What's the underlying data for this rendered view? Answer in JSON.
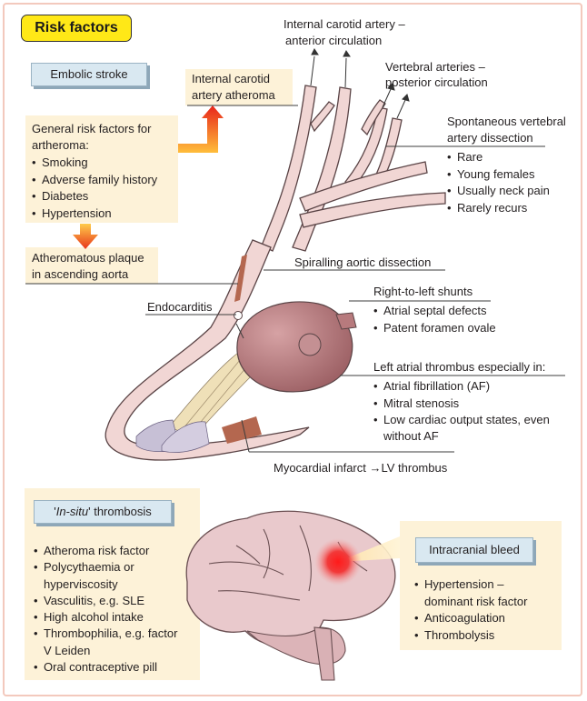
{
  "title": "Risk factors",
  "embolic": {
    "header": "Embolic stroke",
    "ica_atheroma": [
      "Internal carotid",
      "artery atheroma"
    ],
    "general": {
      "heading": [
        "General risk factors for",
        "artheroma:"
      ],
      "items": [
        "Smoking",
        "Adverse family history",
        "Diabetes",
        "Hypertension"
      ]
    },
    "aortic_plaque": [
      "Atheromatous plaque",
      "in ascending aorta"
    ],
    "ica_circulation": [
      "Internal carotid artery –",
      "anterior circulation"
    ],
    "vertebral": [
      "Vertebral arteries –",
      "posterior circulation"
    ],
    "vert_dissection": {
      "heading": [
        "Spontaneous vertebral",
        "artery dissection"
      ],
      "items": [
        "Rare",
        "Young females",
        "Usually neck pain",
        "Rarely recurs"
      ]
    },
    "aortic_dissection": "Spiralling aortic dissection",
    "endocarditis": "Endocarditis",
    "shunts": {
      "heading": "Right-to-left shunts",
      "items": [
        "Atrial septal defects",
        "Patent foramen ovale"
      ]
    },
    "atrial_thrombus": {
      "heading": "Left atrial thrombus especially in:",
      "items": [
        "Atrial fibrillation (AF)",
        "Mitral stenosis",
        "Low cardiac output states, even",
        "without AF"
      ]
    },
    "myocardial": "Myocardial infarct →LV thrombus"
  },
  "insitu": {
    "header_italic": "In-situ",
    "header_rest": "thrombosis",
    "items": [
      "Atheroma risk factor",
      "Polycythaemia or",
      "hyperviscosity",
      "Vasculitis, e.g. SLE",
      "High alcohol intake",
      "Thrombophilia, e.g. factor",
      "V Leiden",
      "Oral contraceptive pill"
    ]
  },
  "bleed": {
    "header": "Intracranial bleed",
    "items": [
      "Hypertension –",
      "dominant risk factor",
      "Anticoagulation",
      "Thrombolysis"
    ]
  },
  "colors": {
    "panel": "#fdf2d8",
    "header_box": "#d9e8f1",
    "title_bg": "#ffe817",
    "artery": "#f1d6d4",
    "heart": "#b77a7d",
    "brain": "#e9c9cc",
    "frame": "#f3c9bd"
  }
}
